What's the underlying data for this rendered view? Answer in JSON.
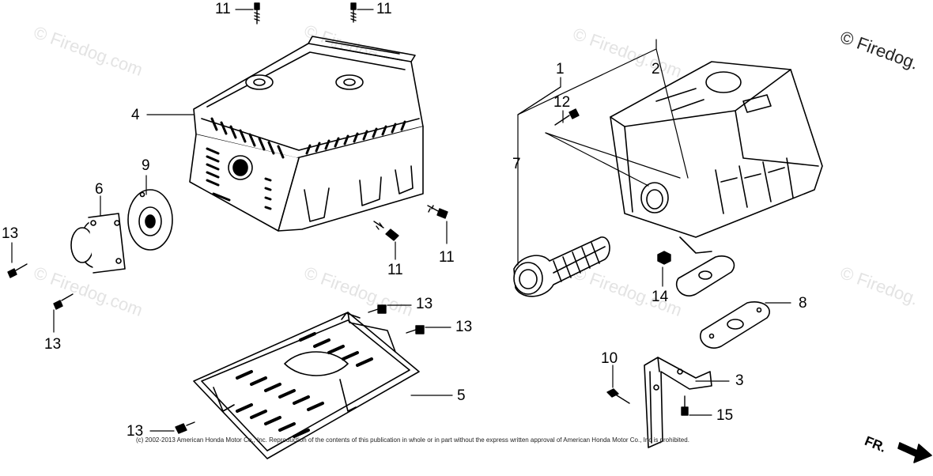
{
  "watermark_text": "© Firedog.com",
  "watermark_corner_text": "© Firedog.",
  "copyright_notice": "(c) 2002-2013 American Honda Motor Co., Inc. Reproduction of the contents of this publication in whole or in part without the express written approval of American Honda Motor Co., Inc is prohibited.",
  "front_indicator": "FR.",
  "callouts": [
    {
      "id": "c11a",
      "text": "11"
    },
    {
      "id": "c11b",
      "text": "11"
    },
    {
      "id": "c11c",
      "text": "11"
    },
    {
      "id": "c11d",
      "text": "11"
    },
    {
      "id": "c4",
      "text": "4"
    },
    {
      "id": "c9",
      "text": "9"
    },
    {
      "id": "c6",
      "text": "6"
    },
    {
      "id": "c13a",
      "text": "13"
    },
    {
      "id": "c13b",
      "text": "13"
    },
    {
      "id": "c13c",
      "text": "13"
    },
    {
      "id": "c13d",
      "text": "13"
    },
    {
      "id": "c13e",
      "text": "13"
    },
    {
      "id": "c5",
      "text": "5"
    },
    {
      "id": "c1",
      "text": "1"
    },
    {
      "id": "c2",
      "text": "2"
    },
    {
      "id": "c12",
      "text": "12"
    },
    {
      "id": "c7",
      "text": "7"
    },
    {
      "id": "c14",
      "text": "14"
    },
    {
      "id": "c8",
      "text": "8"
    },
    {
      "id": "c10",
      "text": "10"
    },
    {
      "id": "c3",
      "text": "3"
    },
    {
      "id": "c15",
      "text": "15"
    }
  ]
}
